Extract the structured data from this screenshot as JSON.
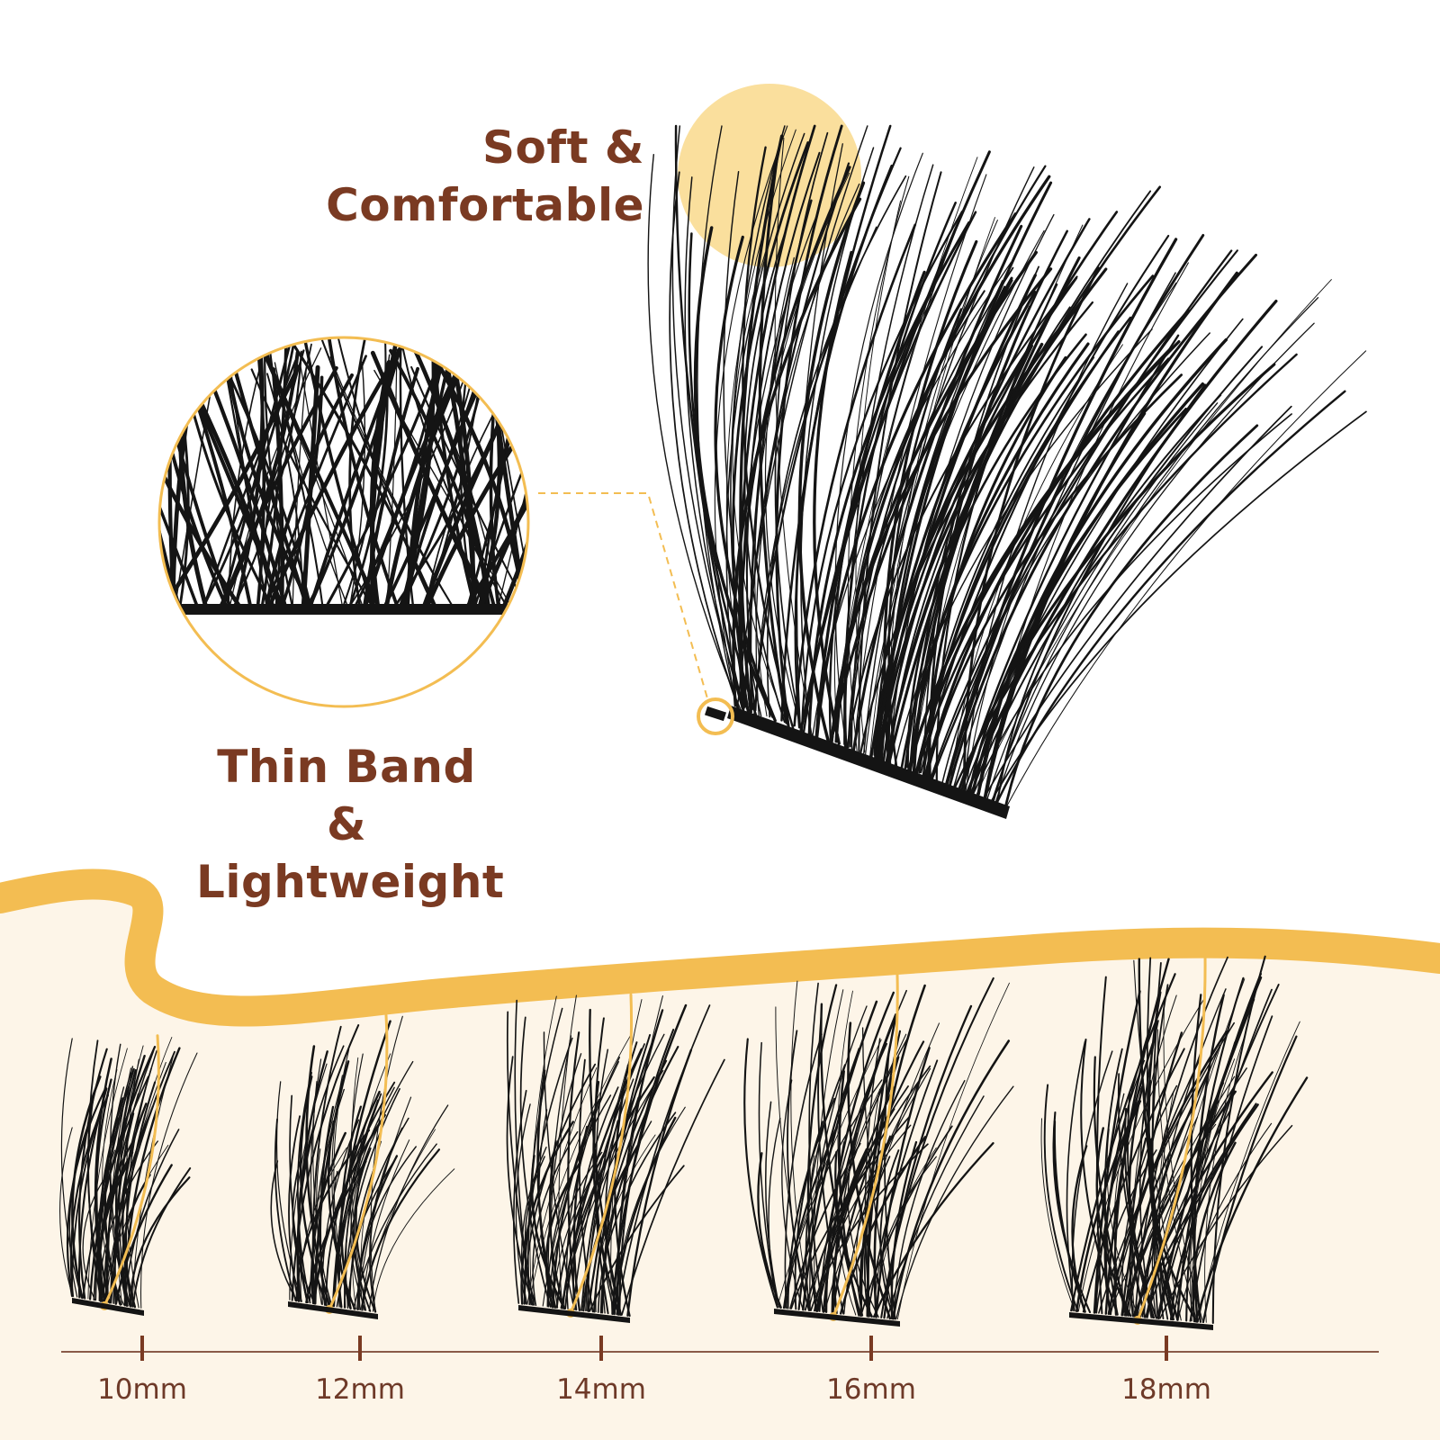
{
  "colors": {
    "heading": "#7a3a22",
    "accent": "#f3bd52",
    "accent_light": "#f9d98c",
    "cream": "#fdf5e8",
    "lash": "#141414",
    "label": "#6e3a28"
  },
  "headline_soft": {
    "line1": "Soft &",
    "line2": "Comfortable"
  },
  "headline_thin": {
    "line1": "Thin Band &",
    "line2": "Lightweight"
  },
  "sizes": [
    {
      "label": "10mm",
      "length_mm": 10
    },
    {
      "label": "12mm",
      "length_mm": 12
    },
    {
      "label": "14mm",
      "length_mm": 14
    },
    {
      "label": "16mm",
      "length_mm": 16
    },
    {
      "label": "18mm",
      "length_mm": 18
    }
  ]
}
